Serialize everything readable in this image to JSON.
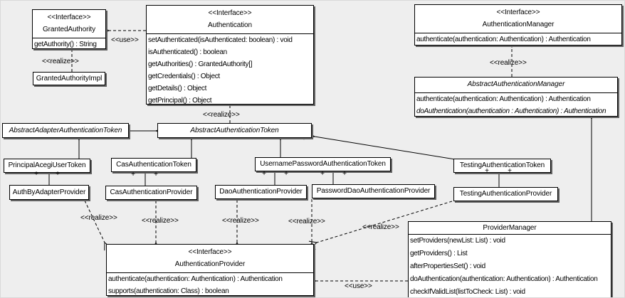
{
  "labels": {
    "realize": "<<realize>>",
    "use": "<<use>>",
    "plus": "+"
  },
  "classes": {
    "grantedAuthority": {
      "stereotype": "<<Interface>>",
      "name": "GrantedAuthority",
      "methods": [
        "getAuthority() : String"
      ]
    },
    "grantedAuthorityImpl": {
      "name": "GrantedAuthorityImpl"
    },
    "authentication": {
      "stereotype": "<<Interface>>",
      "name": "Authentication",
      "methods": [
        "setAuthenticated(isAuthenticated: boolean) : void",
        "isAuthenticated() : boolean",
        "getAuthorities() : GrantedAuthority[]",
        "getCredentials() : Object",
        "getDetails() : Object",
        "getPrincipal() : Object"
      ]
    },
    "authenticationManager": {
      "stereotype": "<<Interface>>",
      "name": "AuthenticationManager",
      "methods": [
        "authenticate(authentication: Authentication) : Authentication"
      ]
    },
    "abstractAuthenticationManager": {
      "name": "AbstractAuthenticationManager",
      "methods": [
        "authenticate(authentication: Authentication) : Authentication",
        "doAuthentication(authentication : Authentication) : Authentication"
      ]
    },
    "abstractAdapterAuthenticationToken": {
      "name": "AbstractAdapterAuthenticationToken"
    },
    "abstractAuthenticationToken": {
      "name": "AbstractAuthenticationToken"
    },
    "principalAcegiUserToken": {
      "name": "PrincipalAcegiUserToken"
    },
    "casAuthenticationToken": {
      "name": "CasAuthenticationToken"
    },
    "usernamePasswordAuthenticationToken": {
      "name": "UsernamePasswordAuthenticationToken"
    },
    "testingAuthenticationToken": {
      "name": "TestingAuthenticationToken"
    },
    "authByAdapterProvider": {
      "name": "AuthByAdapterProvider"
    },
    "casAuthenticationProvider": {
      "name": "CasAuthenticationProvider"
    },
    "daoAuthenticationProvider": {
      "name": "DaoAuthenticationProvider"
    },
    "passwordDaoAuthenticationProvider": {
      "name": "PasswordDaoAuthenticationProvider"
    },
    "testingAuthenticationProvider": {
      "name": "TestingAuthenticationProvider"
    },
    "authenticationProvider": {
      "stereotype": "<<Interface>>",
      "name": "AuthenticationProvider",
      "methods": [
        "authenticate(authentication: Authentication) : Authentication",
        "supports(authentication: Class) : boolean"
      ]
    },
    "providerManager": {
      "name": "ProviderManager",
      "methods": [
        "setProviders(newList: List) : void",
        "getProviders() : List",
        "afterPropertiesSet() : void",
        "doAuthentication(authentication: Authentication) : Authentication",
        "checkIfValidList(listToCheck: List) : void"
      ]
    }
  }
}
